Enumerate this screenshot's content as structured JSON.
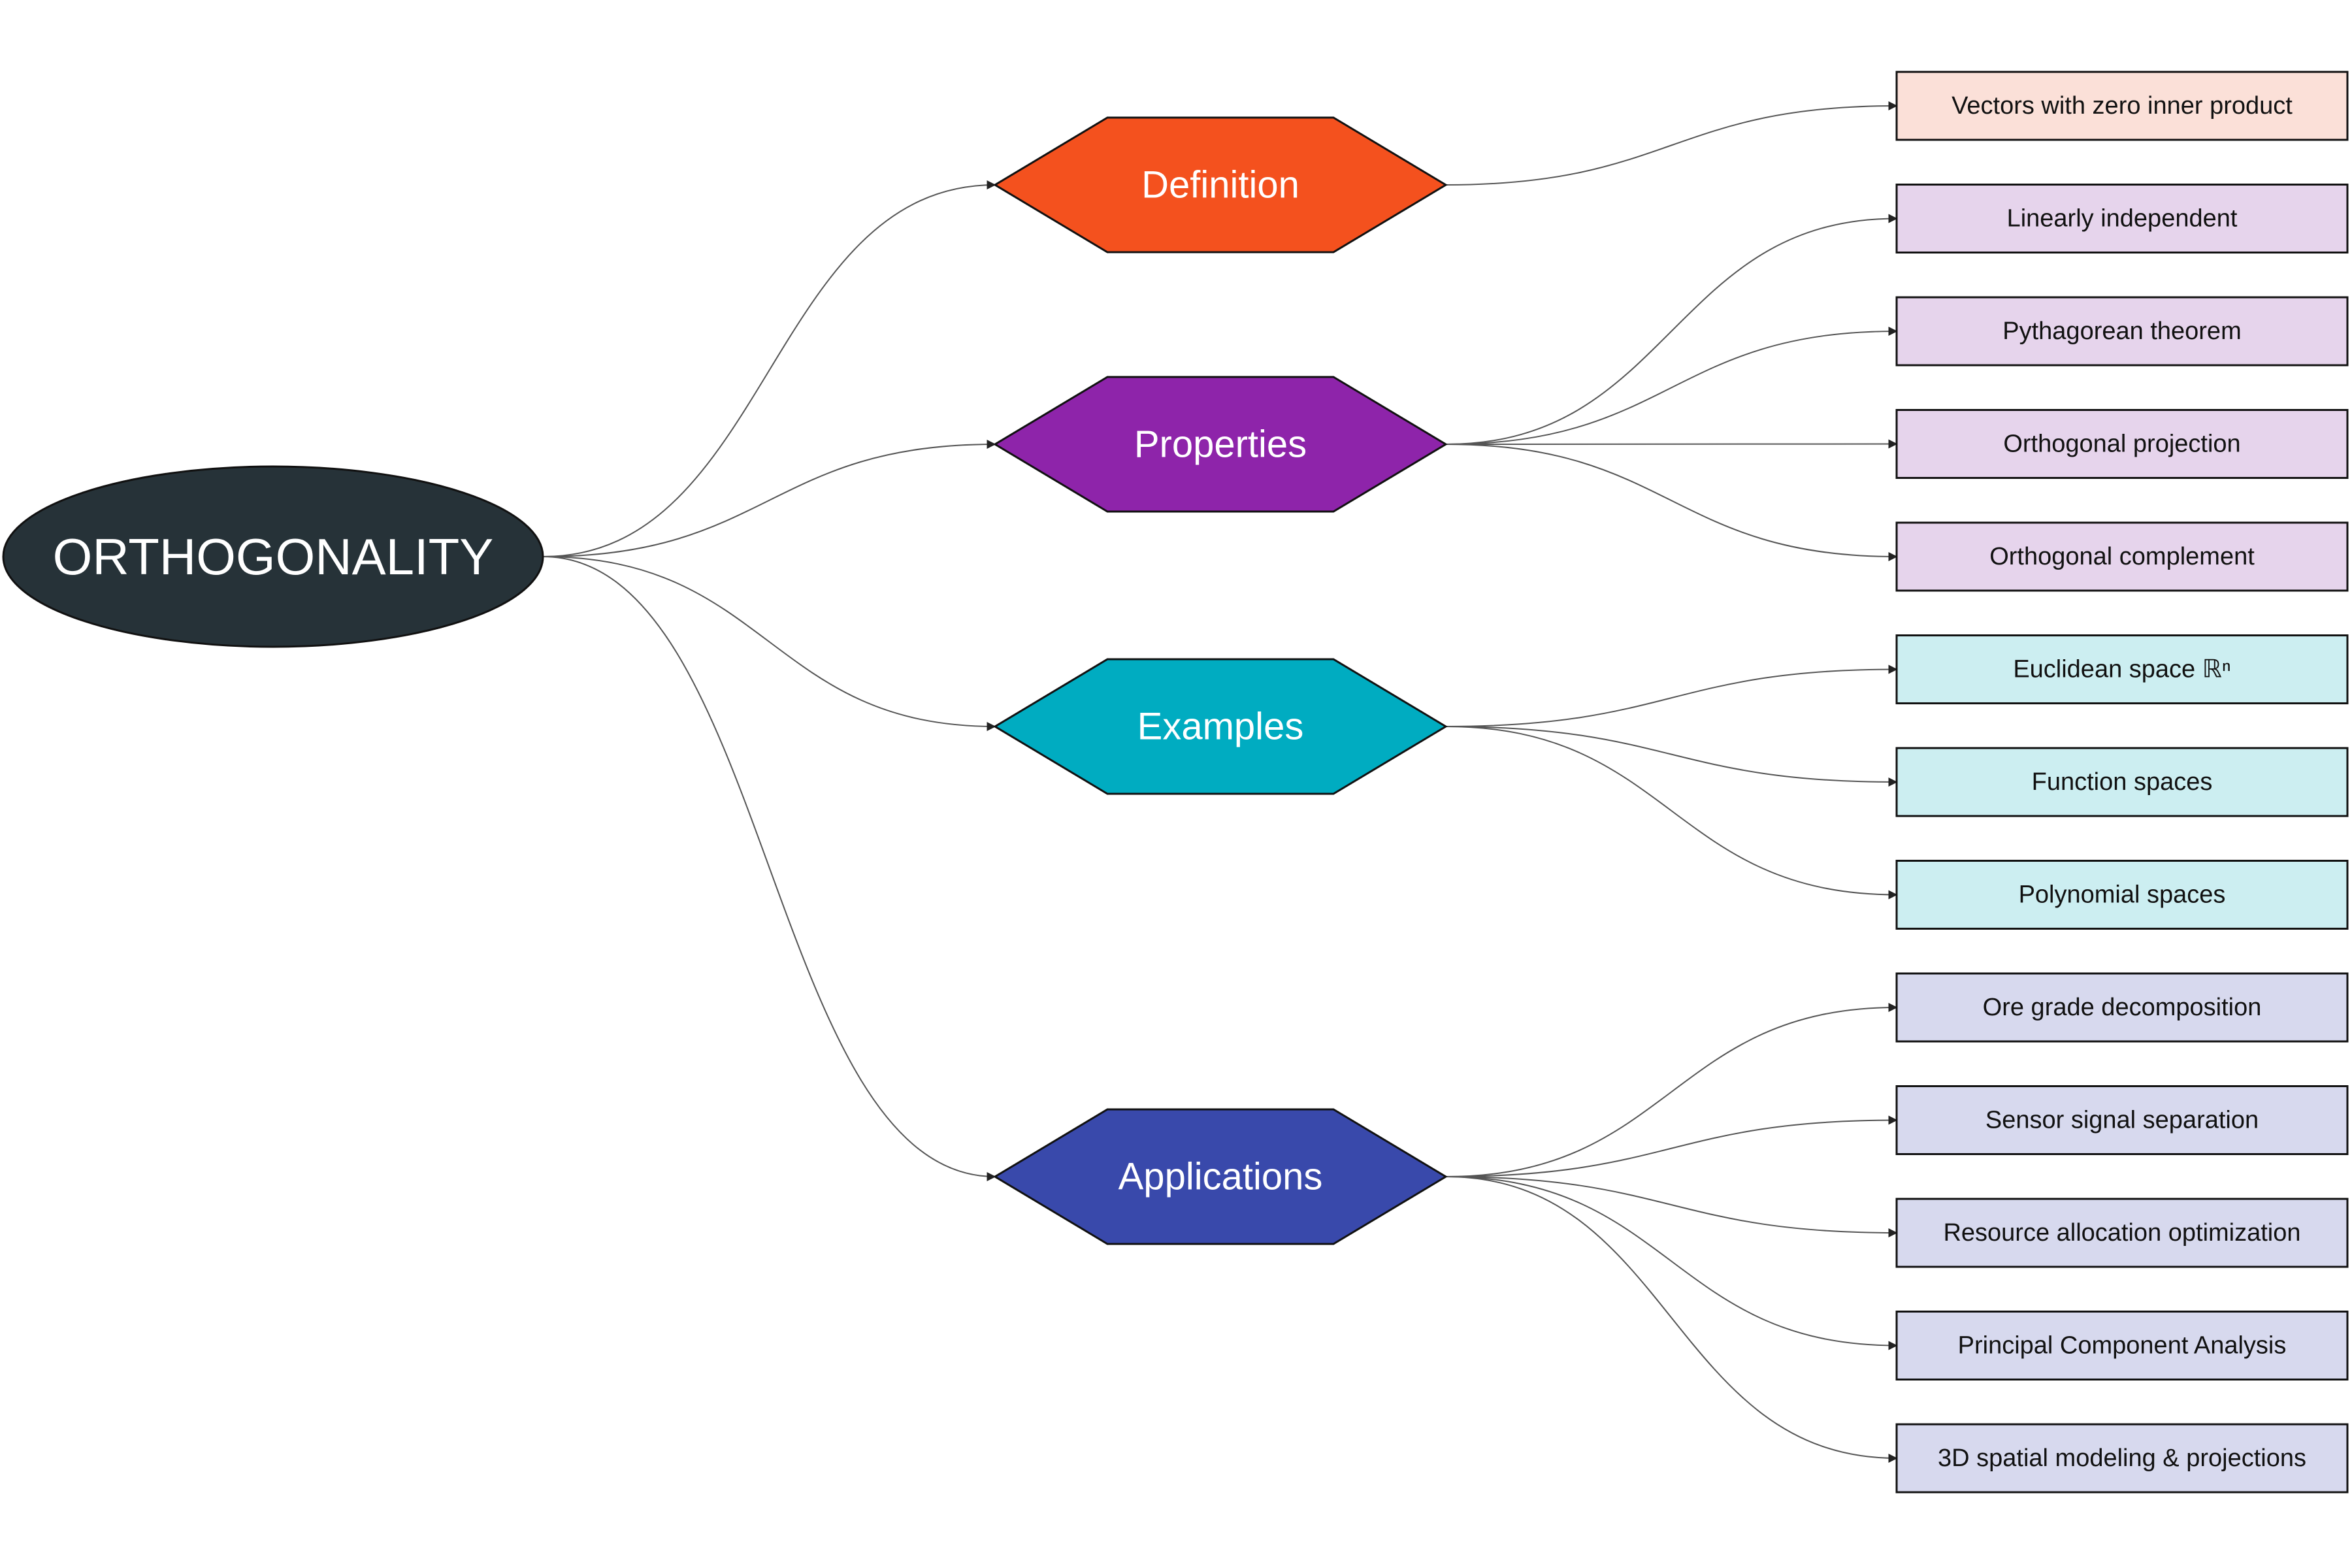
{
  "root": {
    "label": "ORTHOGONALITY",
    "color": "#263238"
  },
  "categories": [
    {
      "label": "Definition",
      "color": "#F4511E",
      "leaf_color": "#FBE0D8",
      "leaves": [
        "Vectors with zero inner product"
      ]
    },
    {
      "label": "Properties",
      "color": "#8E24AA",
      "leaf_color": "#E6D4EC",
      "leaves": [
        "Linearly independent",
        "Pythagorean theorem",
        "Orthogonal projection",
        "Orthogonal complement"
      ]
    },
    {
      "label": "Examples",
      "color": "#00ACC1",
      "leaf_color": "#CCEEF1",
      "leaves": [
        "Euclidean space ℝⁿ",
        "Function spaces",
        "Polynomial spaces"
      ]
    },
    {
      "label": "Applications",
      "color": "#3949AB",
      "leaf_color": "#D7D9EE",
      "leaves": [
        "Ore grade decomposition",
        "Sensor signal separation",
        "Resource allocation optimization",
        "Principal Component Analysis",
        "3D spatial modeling & projections"
      ]
    }
  ]
}
